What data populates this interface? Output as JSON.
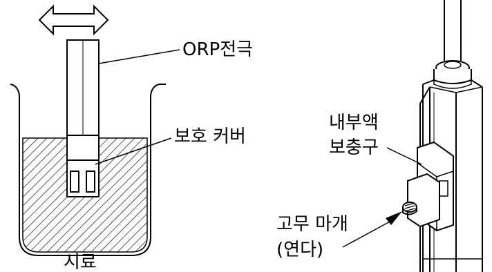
{
  "left_figure": {
    "electrode_label": "ORP전극",
    "cover_label": "보호 커버",
    "sample_label": "시료"
  },
  "right_figure": {
    "port_label_line1": "내부액",
    "port_label_line2": "보충구",
    "stopper_label_line1": "고무 마개",
    "stopper_label_line2": "(연다)"
  }
}
